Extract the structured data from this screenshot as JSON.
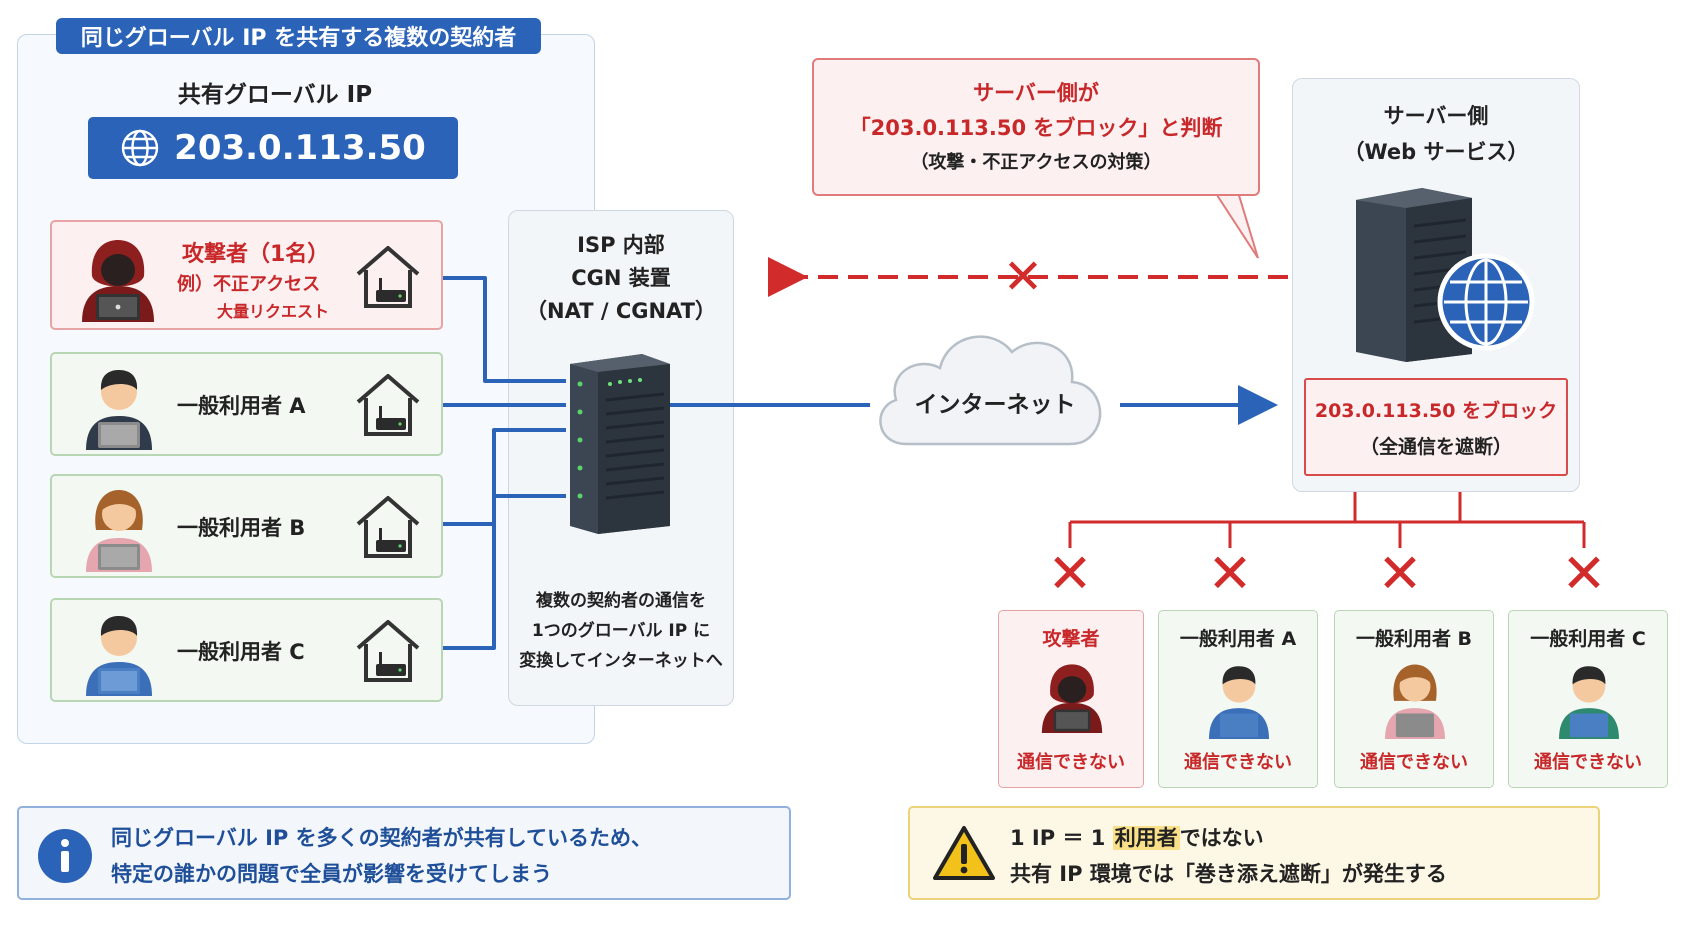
{
  "left_group": {
    "title": "同じグローバル IP を共有する複数の契約者",
    "shared_ip_label": "共有グローバル IP",
    "shared_ip_value": "203.0.113.50",
    "attacker": {
      "name": "攻撃者（1名）",
      "note1": "例）不正アクセス",
      "note2": "大量リクエスト"
    },
    "users": [
      {
        "name": "一般利用者 A"
      },
      {
        "name": "一般利用者 B"
      },
      {
        "name": "一般利用者 C"
      }
    ]
  },
  "isp": {
    "title1": "ISP 内部",
    "title2": "CGN 装置",
    "title3": "（NAT / CGNAT）",
    "desc1": "複数の契約者の通信を",
    "desc2": "1つのグローバル IP に",
    "desc3": "変換してインターネットへ"
  },
  "internet": {
    "label": "インターネット"
  },
  "callout": {
    "line1": "サーバー側が",
    "line2": "「203.0.113.50 をブロック」と判断",
    "line3": "（攻撃・不正アクセスの対策）"
  },
  "server": {
    "title1": "サーバー側",
    "title2": "（Web サービス）",
    "block1": "203.0.113.50 をブロック",
    "block2": "（全通信を遮断）"
  },
  "results": [
    {
      "name": "攻撃者",
      "status": "通信できない"
    },
    {
      "name": "一般利用者 A",
      "status": "通信できない"
    },
    {
      "name": "一般利用者 B",
      "status": "通信できない"
    },
    {
      "name": "一般利用者 C",
      "status": "通信できない"
    }
  ],
  "info_note": {
    "line1": "同じグローバル IP を多くの契約者が共有しているため、",
    "line2": "特定の誰かの問題で全員が影響を受けてしまう"
  },
  "warning_note": {
    "line1_a": "1 IP ＝ 1 ",
    "line1_b": "利用者",
    "line1_c": "ではない",
    "line2": "共有 IP 環境では「巻き添え遮断」が発生する"
  },
  "colors": {
    "blue": "#2a63b8",
    "red": "#d22b2b",
    "green_border": "#b9d6b4",
    "red_border": "#e7a4a4",
    "warn_bg": "#fdf8e6",
    "warn_border": "#ecd27a"
  }
}
